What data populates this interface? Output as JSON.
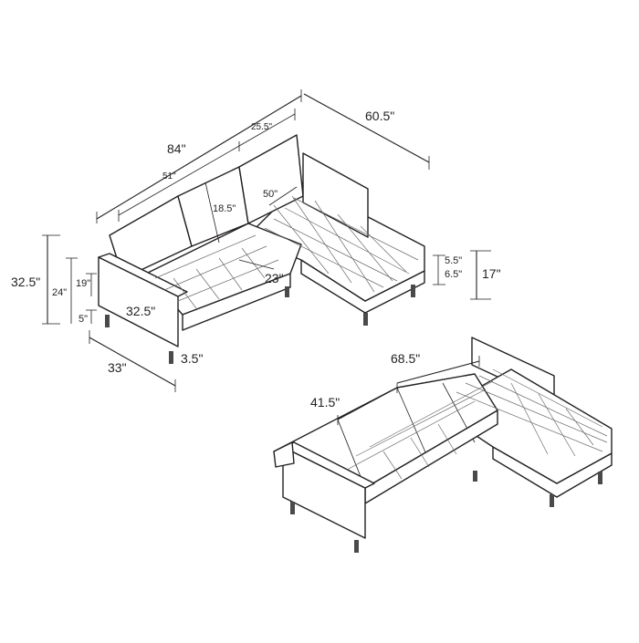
{
  "top_view": {
    "overall_width": "84\"",
    "backrest_section_a": "51\"",
    "backrest_section_b": "25.5\"",
    "chaise_length": "60.5\"",
    "chaise_seat_width": "50\"",
    "backrest_height": "18.5\"",
    "overall_height": "32.5\"",
    "arm_height": "24\"",
    "seat_height": "19\"",
    "leg_height": "5\"",
    "arm_length": "32.5\"",
    "overall_depth": "33\"",
    "arm_width": "3.5\"",
    "seat_depth": "23\"",
    "chaise_height": "17\"",
    "chaise_cushion": "5.5\"",
    "chaise_base": "6.5\""
  },
  "bed_view": {
    "bed_width": "41.5\"",
    "bed_length": "68.5\""
  }
}
